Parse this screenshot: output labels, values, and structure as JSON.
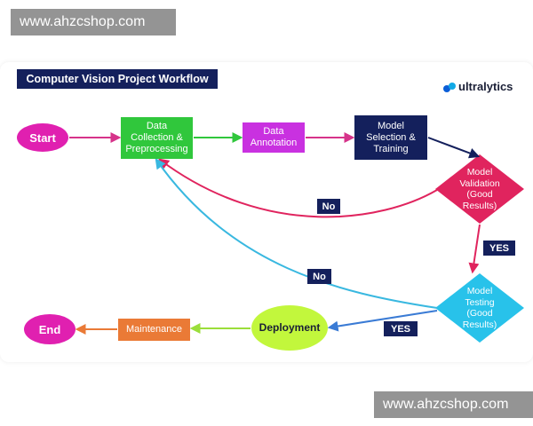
{
  "watermark": {
    "text": "www.ahzcshop.com"
  },
  "title": "Computer Vision Project Workflow",
  "logo": {
    "text": "ultralytics",
    "icon": "ultralytics-logo-icon"
  },
  "nodes": {
    "start": "Start",
    "data_collection": "Data\nCollection &\nPreprocessing",
    "data_annotation": "Data\nAnnotation",
    "model_selection": "Model\nSelection &\nTraining",
    "model_validation": "Model\nValidation\n(Good\nResults)",
    "model_testing": "Model\nTesting\n(Good\nResults)",
    "deployment": "Deployment",
    "maintenance": "Maintenance",
    "end": "End"
  },
  "edge_labels": {
    "no_validation": "No",
    "no_testing": "No",
    "yes_validation": "YES",
    "yes_testing": "YES"
  },
  "colors": {
    "navy": "#14205c",
    "magenta": "#e020b0",
    "green": "#30c73c",
    "purple": "#c931e0",
    "crimson": "#e0245e",
    "cyan": "#28c2ea",
    "lime": "#c2f73c",
    "orange": "#ea7a36",
    "arrow_pink": "#d6338a",
    "arrow_green": "#6ed63a",
    "arrow_blue_loop": "#39b8e0"
  }
}
